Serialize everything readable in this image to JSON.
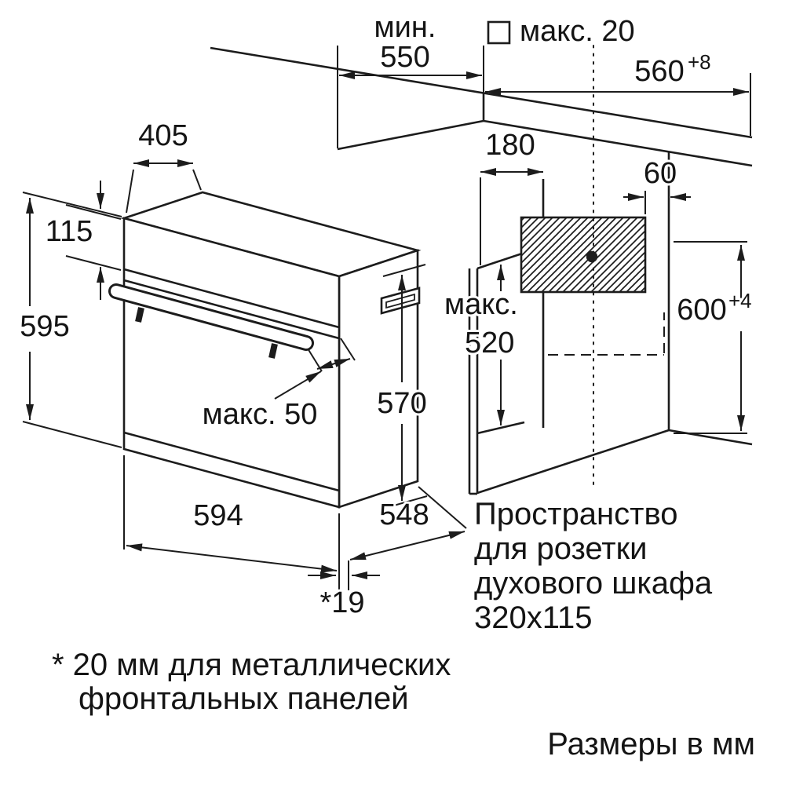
{
  "colors": {
    "background": "#ffffff",
    "line": "#1c1c1c"
  },
  "dimensions": {
    "min_counter_depth": {
      "prefix": "мин.",
      "value": "550"
    },
    "wall_gap": "макс. 20",
    "niche_width": {
      "value": "560",
      "tolerance": "+8"
    },
    "top_depth": "405",
    "control_panel_height": "115",
    "oven_height": "595",
    "socket_offset": "180",
    "socket_side_margin": "60",
    "niche_height": {
      "value": "600",
      "tolerance": "+4"
    },
    "max_recess_depth": {
      "line1": "макс.",
      "line2": "520"
    },
    "body_height": "570",
    "handle_depth": "макс. 50",
    "oven_width": "594",
    "oven_depth": "548",
    "door_protrusion": "*19"
  },
  "socket_note": {
    "line1": "Пространство",
    "line2": "для розетки",
    "line3": "духового шкафа",
    "line4": "320x115"
  },
  "footnote": {
    "line1": "* 20 мм для металлических",
    "line2": "фронтальных панелей"
  },
  "units_note": "Размеры в мм"
}
